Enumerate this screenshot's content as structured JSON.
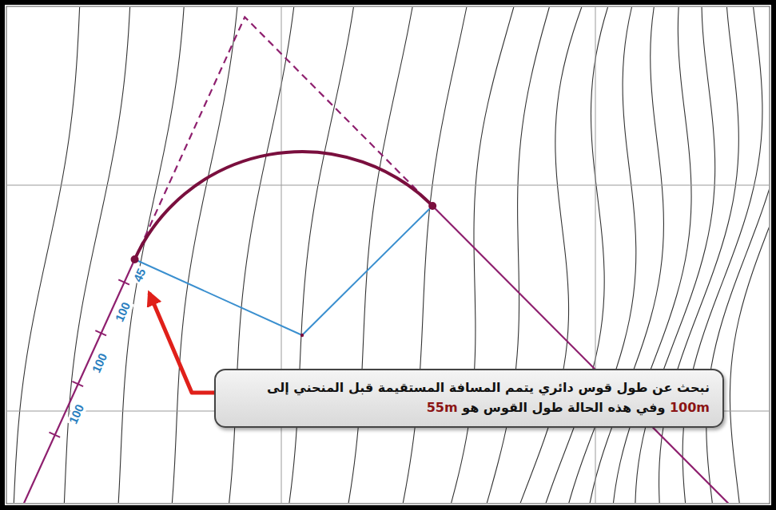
{
  "diagram": {
    "nodes": [
      {
        "text": [
          "نبحث عن طول قوس دائري يتمم المسافة المستقيمة قبل المنحني إلى 100m وفي هذه الحالة طول القوس هو 55m"
        ]
      }
    ],
    "labels": [
      "100",
      "100",
      "100",
      "45"
    ]
  }
}
